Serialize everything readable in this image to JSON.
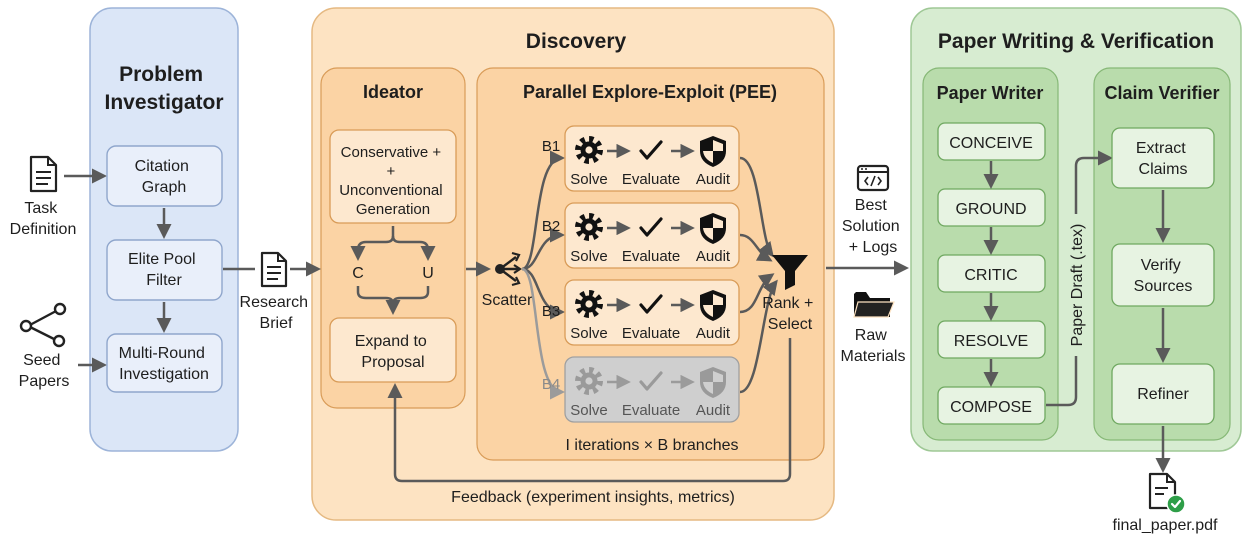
{
  "inputs": {
    "task_definition": [
      "Task",
      "Definition"
    ],
    "seed_papers": [
      "Seed",
      "Papers"
    ]
  },
  "problem_investigator": {
    "title": [
      "Problem",
      "Investigator"
    ],
    "steps": [
      [
        "Citation",
        "Graph"
      ],
      [
        "Elite Pool",
        "Filter"
      ],
      [
        "Multi-Round",
        "Investigation"
      ]
    ]
  },
  "research_brief": [
    "Research",
    "Brief"
  ],
  "discovery": {
    "title": "Discovery",
    "ideator": {
      "title": "Ideator",
      "generation": [
        "Conservative +",
        "+",
        "Unconventional",
        "Generation"
      ],
      "branch_c": "C",
      "branch_u": "U",
      "proposal": [
        "Expand to",
        "Proposal"
      ]
    },
    "pee": {
      "title": "Parallel Explore-Exploit (PEE)",
      "scatter": "Scatter",
      "branches": [
        "B1",
        "B2",
        "B3",
        "B4"
      ],
      "step_labels": [
        "Solve",
        "Evaluate",
        "Audit"
      ],
      "rank_select": [
        "Rank +",
        "Select"
      ],
      "footer": "I iterations × B branches"
    },
    "feedback": "Feedback (experiment insights, metrics)"
  },
  "outputs": {
    "best_solution": [
      "Best",
      "Solution",
      "+ Logs"
    ],
    "raw_materials": [
      "Raw",
      "Materials"
    ]
  },
  "paper_writing": {
    "title": "Paper Writing & Verification",
    "writer": {
      "title": "Paper Writer",
      "steps": [
        "CONCEIVE",
        "GROUND",
        "CRITIC",
        "RESOLVE",
        "COMPOSE"
      ]
    },
    "draft_label": "Paper Draft (.tex)",
    "verifier": {
      "title": "Claim Verifier",
      "steps": [
        [
          "Extract",
          "Claims"
        ],
        [
          "Verify",
          "Sources"
        ],
        [
          "Refiner"
        ]
      ]
    }
  },
  "final_output": "final_paper.pdf",
  "colors": {
    "blue_panel": "#dbe6f7",
    "orange_panel": "#fde3c2",
    "green_panel": "#d7ecd1",
    "arrow": "#5a5a5a",
    "check_badge": "#2e9e48"
  },
  "icons": [
    "document-icon",
    "share-icon",
    "gear-icon",
    "checkmark-icon",
    "shield-icon",
    "funnel-icon",
    "code-window-icon",
    "folder-icon",
    "pdf-check-icon"
  ]
}
